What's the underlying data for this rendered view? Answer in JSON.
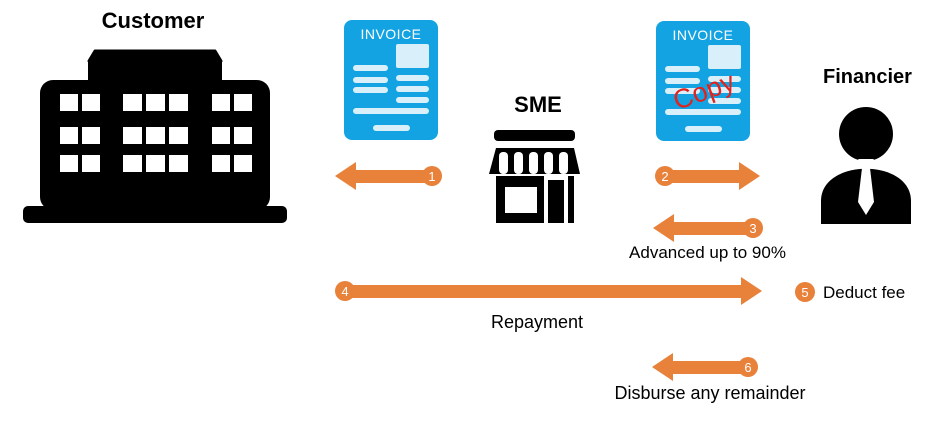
{
  "actors": {
    "customer": {
      "label": "Customer"
    },
    "sme": {
      "label": "SME"
    },
    "financier": {
      "label": "Financier"
    }
  },
  "documents": {
    "invoice": {
      "label": "INVOICE"
    },
    "invoice_copy": {
      "label": "INVOICE",
      "stamp": "Copy"
    }
  },
  "steps": [
    {
      "number": "1"
    },
    {
      "number": "2"
    },
    {
      "number": "3",
      "caption": "Advanced up to 90%"
    },
    {
      "number": "4",
      "caption": "Repayment"
    },
    {
      "number": "5",
      "caption": "Deduct fee"
    },
    {
      "number": "6",
      "caption": "Disburse any remainder"
    }
  ],
  "colors": {
    "arrow_orange": "#E8813A",
    "invoice_blue": "#13A3E3",
    "invoice_line": "#D9EFF9",
    "stamp_red": "#E3221B",
    "icon_black": "#000000"
  }
}
